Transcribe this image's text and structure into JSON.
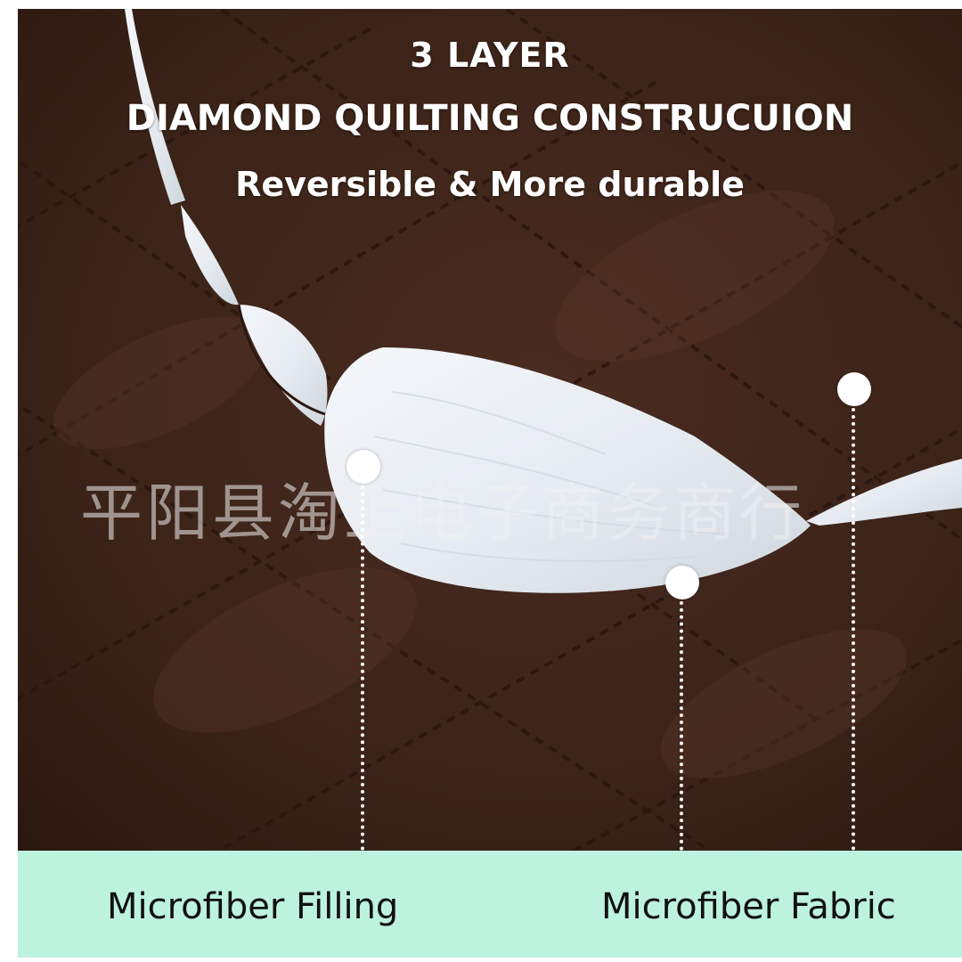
{
  "headline": {
    "line1": "3 LAYER",
    "line2": "DIAMOND QUILTING CONSTRUCUION",
    "line3": "Reversible & More durable"
  },
  "watermark": "平阳县淘上电子商务商行",
  "labels": {
    "left": "Microfiber Filling",
    "right": "Microfiber Fabric"
  },
  "colors": {
    "fabric": "#3a2219",
    "filling": "#eef2f6",
    "band": "#bdf2df",
    "text": "#ffffff"
  }
}
